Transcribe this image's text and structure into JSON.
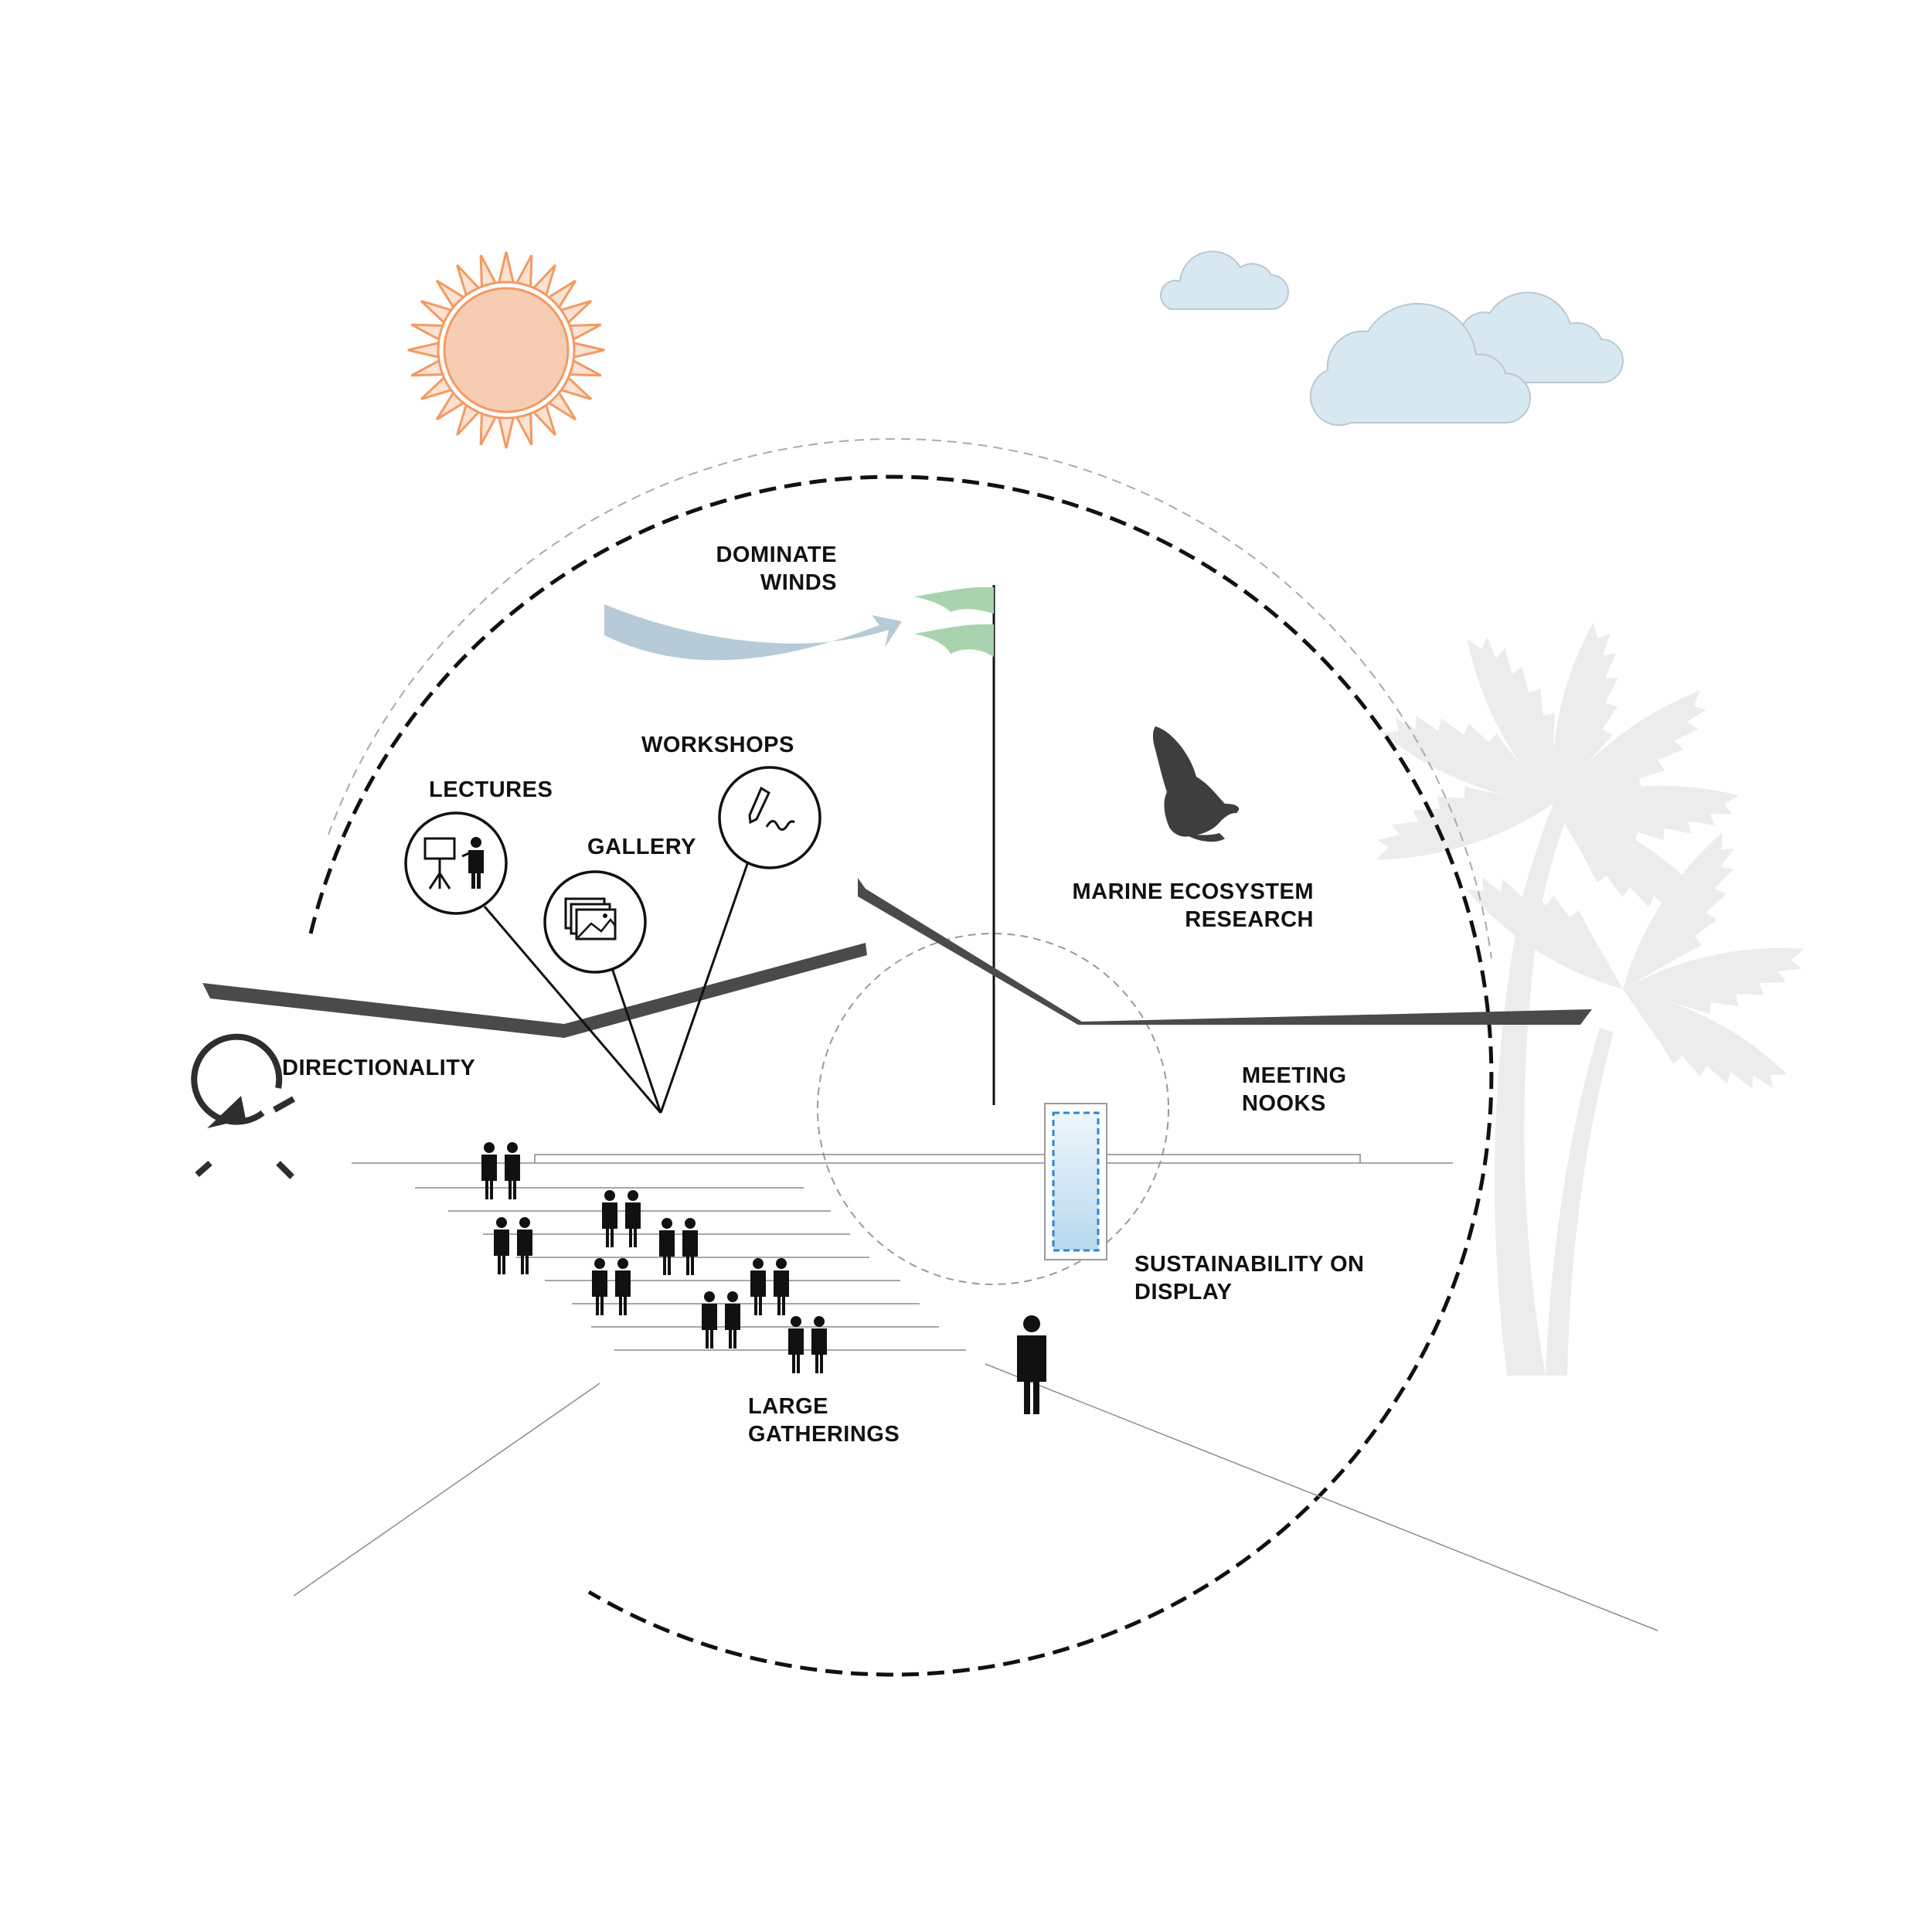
{
  "labels": {
    "dominate_winds": [
      "DOMINATE",
      "WINDS"
    ],
    "workshops": "WORKSHOPS",
    "lectures": "LECTURES",
    "gallery": "GALLERY",
    "marine": [
      "MARINE ECOSYSTEM",
      "RESEARCH"
    ],
    "directionality": "DIRECTIONALITY",
    "meeting_nooks": [
      "MEETING",
      "NOOKS"
    ],
    "sustainability": [
      "SUSTAINABILITY ON",
      "DISPLAY"
    ],
    "large_gatherings": [
      "LARGE",
      "GATHERINGS"
    ]
  },
  "colors": {
    "sun_fill": "#f6cdb3",
    "sun_stroke": "#f29a63",
    "cloud_fill": "#d8e8f1",
    "cloud_stroke": "#b9c8d2",
    "wind": "#b6cad8",
    "flag": "#a8d3ae",
    "roof": "#4a4a4a",
    "palm": "#ececec",
    "water": "#2f86d6",
    "ink": "#111111"
  },
  "icons": [
    "sun-icon",
    "cloud-icon",
    "wind-arrow-icon",
    "flag-icon",
    "eagle-icon",
    "palm-tree-icon",
    "compass-icon",
    "presentation-icon",
    "gallery-icon",
    "pen-icon",
    "people-icon",
    "person-icon"
  ]
}
